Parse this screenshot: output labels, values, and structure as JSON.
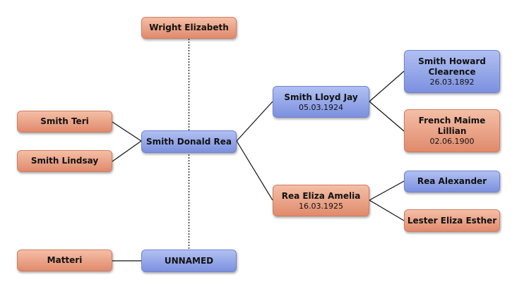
{
  "people": {
    "wright_elizabeth": {
      "name": "Wright Elizabeth",
      "gender": "female"
    },
    "smith_teri": {
      "name": "Smith Teri",
      "gender": "female"
    },
    "smith_lindsay": {
      "name": "Smith Lindsay",
      "gender": "female"
    },
    "smith_donald_rea": {
      "name": "Smith Donald Rea",
      "gender": "male"
    },
    "matteri": {
      "name": "Matteri",
      "gender": "female"
    },
    "unnamed": {
      "name": "UNNAMED",
      "gender": "male"
    },
    "smith_lloyd_jay": {
      "name": "Smith Lloyd Jay",
      "date": "05.03.1924",
      "gender": "male"
    },
    "rea_eliza_amelia": {
      "name": "Rea Eliza Amelia",
      "date": "16.03.1925",
      "gender": "female"
    },
    "smith_howard_clearence": {
      "name": "Smith Howard Clearence",
      "date": "26.03.1892",
      "gender": "male"
    },
    "french_maime_lillian": {
      "name": "French Maime Lillian",
      "date": "02.06.1900",
      "gender": "female"
    },
    "rea_alexander": {
      "name": "Rea Alexander",
      "gender": "male"
    },
    "lester_eliza_esther": {
      "name": "Lester Eliza Esther",
      "gender": "female"
    }
  },
  "colors": {
    "male_fill": "#8fa2e6",
    "female_fill": "#eaa386",
    "line": "#111111"
  }
}
